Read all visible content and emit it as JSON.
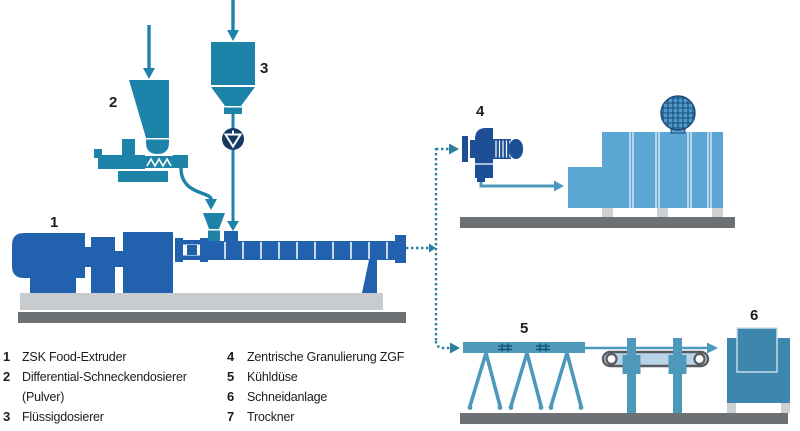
{
  "labels": {
    "extruder": "1",
    "screw_doser": "2",
    "liquid_doser": "3",
    "granulator": "4",
    "cooling_nozzle": "5",
    "cutting_system": "6"
  },
  "legend": {
    "items_left": [
      {
        "num": "1",
        "text": "ZSK Food-Extruder"
      },
      {
        "num": "2",
        "text": "Differential-Schneckendosierer"
      },
      {
        "num": "",
        "text": "(Pulver)"
      },
      {
        "num": "3",
        "text": "Flüssigdosierer"
      }
    ],
    "items_right": [
      {
        "num": "4",
        "text": "Zentrische Granulierung ZGF"
      },
      {
        "num": "5",
        "text": "Kühldüse"
      },
      {
        "num": "6",
        "text": "Schneidanlage"
      },
      {
        "num": "7",
        "text": "Trockner"
      }
    ]
  },
  "colors": {
    "teal": "#1e83a8",
    "dark_blue": "#2161ae",
    "navy": "#143a64",
    "granulator_blue": "#1d4f97",
    "steel_blue": "#4e98bb",
    "box_teal": "#3d87ae",
    "light_blue": "#5ca6d3",
    "ball_blue": "#4f9aca",
    "ball_grid": "#1a4a7a",
    "belt_fill": "#bad4e7",
    "belt_outline": "#575a5e",
    "light_gray": "#cdd1d4",
    "platform_gray": "#c8cccf",
    "dark_gray": "#6e7174",
    "dotted": "#2a7f9d",
    "hash_dark": "#10506e",
    "panel_line": "#cfe2ee",
    "text": "#1d1d1b"
  }
}
